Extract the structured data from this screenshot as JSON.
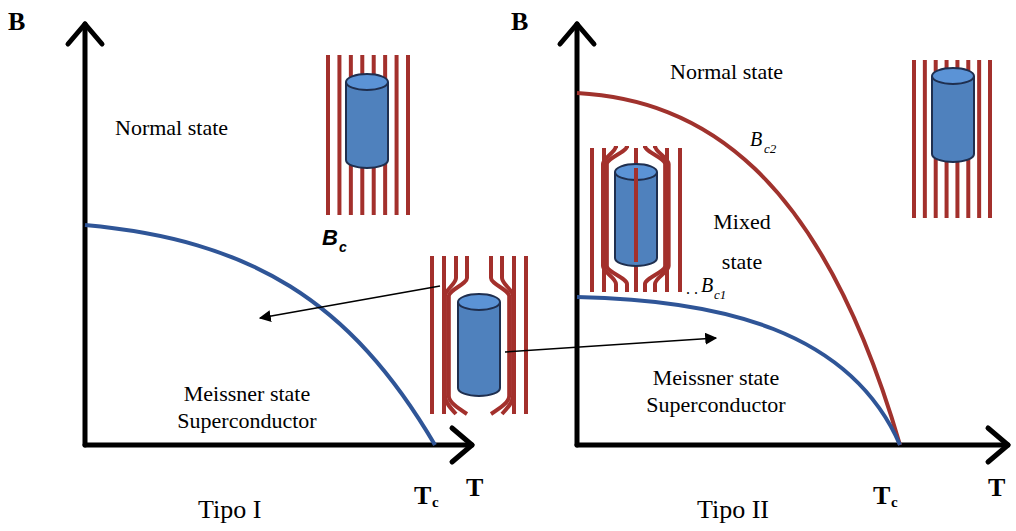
{
  "diagram": {
    "labels": [
      "B",
      "Normal state",
      "B",
      "c",
      "Meissner state Superconductor",
      "T",
      "c",
      "T",
      "Tipo I",
      "B",
      "Normal state",
      "B",
      "c2",
      "Mixed state",
      ". .",
      "B",
      "c1",
      "Meissner state Superconductor",
      "T",
      "c",
      "T",
      "Tipo II"
    ]
  }
}
